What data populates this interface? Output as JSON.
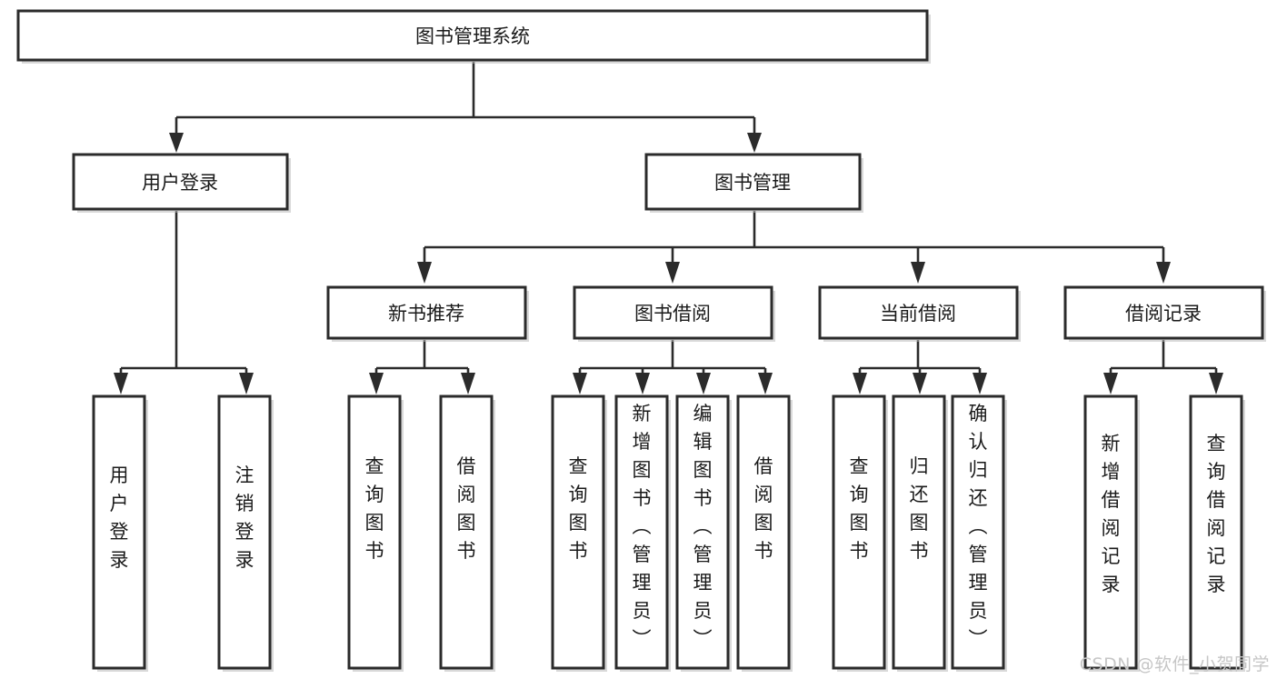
{
  "diagram": {
    "type": "tree-hierarchy",
    "title": "图书管理系统",
    "orientation": "top-down",
    "colors": {
      "box_fill": "#ffffff",
      "box_stroke": "#2b2b2b",
      "text": "#1a1a1a",
      "connector": "#2b2b2b",
      "watermark": "#c6c6c6",
      "background": "#ffffff"
    },
    "levels": {
      "root": {
        "label": "图书管理系统"
      },
      "level2": [
        {
          "label": "用户登录"
        },
        {
          "label": "图书管理"
        }
      ],
      "level3": [
        {
          "label": "新书推荐"
        },
        {
          "label": "图书借阅"
        },
        {
          "label": "当前借阅"
        },
        {
          "label": "借阅记录"
        }
      ]
    },
    "nodes": {
      "root": "图书管理系统",
      "user_login": "用户登录",
      "book_manage": "图书管理",
      "new_book_rec": "新书推荐",
      "book_borrow": "图书借阅",
      "current_borrow": "当前借阅",
      "borrow_record": "借阅记录"
    },
    "leaves": {
      "user_login": [
        "用户登录",
        "注销登录"
      ],
      "new_book_rec": [
        "查询图书",
        "借阅图书"
      ],
      "book_borrow": [
        "查询图书",
        "新增图书（管理员）",
        "编辑图书（管理员）",
        "借阅图书"
      ],
      "current_borrow": [
        "查询图书",
        "归还图书",
        "确认归还（管理员）"
      ],
      "borrow_record": [
        "新增借阅记录",
        "查询借阅记录"
      ]
    }
  },
  "watermark": {
    "text": "CSDN @软件_小贺同学"
  }
}
